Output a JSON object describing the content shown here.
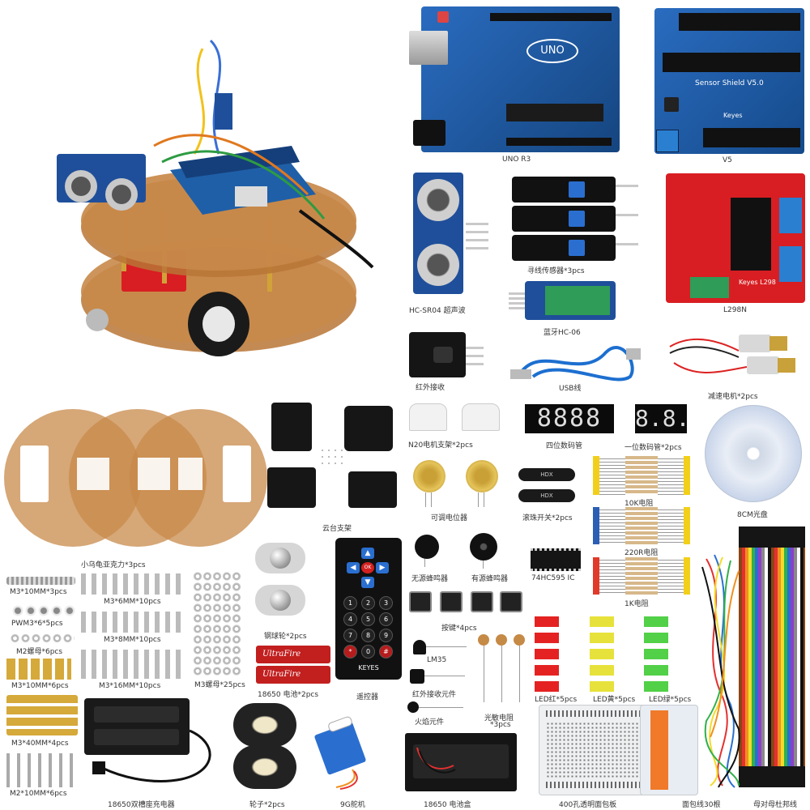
{
  "title_labels": {
    "uno": "UNO R3",
    "v5": "V5",
    "hc_sr04": "HC-SR04 超声波",
    "tracking": "寻线传感器*3pcs",
    "bluetooth": "蓝牙HC-06",
    "l298n": "L298N",
    "ir_receiver": "红外接收",
    "usb": "USB线",
    "gear_motor": "减速电机*2pcs",
    "n20_bracket": "N20电机支架*2pcs",
    "seg4": "四位数码管",
    "seg1": "一位数码管*2pcs",
    "cd": "8CM光盘",
    "acrylic": "小乌龟亚克力*3pcs",
    "pan_tilt": "云台支架",
    "pot": "可调电位器",
    "tilt_switch": "滚珠开关*2pcs",
    "r10k": "10K电阻",
    "r220": "220R电阻",
    "r1k": "1K电阻",
    "m3x10": "M3*10MM*3pcs",
    "pwm3x6": "PWM3*6*5pcs",
    "m2nut": "M2螺母*6pcs",
    "m3x10x6": "M3*10MM*6pcs",
    "m3x40": "M3*40MM*4pcs",
    "m2x10": "M2*10MM*6pcs",
    "m3x6": "M3*6MM*10pcs",
    "m3x8": "M3*8MM*10pcs",
    "m3x16": "M3*16MM*10pcs",
    "m3nut": "M3螺母*25pcs",
    "caster": "钢球轮*2pcs",
    "remote": "遥控器",
    "remote_brand": "KEYES",
    "passive_buzzer": "无源蜂鸣器",
    "active_buzzer": "有源蜂鸣器",
    "ic74": "74HC595 IC",
    "buttons": "按键*4pcs",
    "lm35": "LM35",
    "ir_element": "红外接收元件",
    "flame": "火焰元件",
    "photoresistor": "光敏电阻",
    "photoresistor_qty": "*3pcs",
    "battery": "18650 电池*2pcs",
    "battery_brand": "UltraFire",
    "led_red": "LED红*5pcs",
    "led_yellow": "LED黄*5pcs",
    "led_green": "LED绿*5pcs",
    "charger": "18650双槽座充电器",
    "wheel": "轮子*2pcs",
    "servo": "9G舵机",
    "battery_box": "18650 电池盒",
    "breadboard": "400孔透明面包板",
    "breadboard_wire": "面包线30根",
    "dupont": "母对母杜邦线"
  },
  "board_text": {
    "uno_logo": "UNO",
    "v5_text": "Sensor Shield V5.0",
    "v5_brand": "Keyes",
    "l298n_text": "Keyes L298",
    "tilt_mark": "HDX",
    "seg4_digits": "8888",
    "seg1_digits": "8.8.",
    "remote_ok": "OK"
  },
  "remote_keys": [
    "1",
    "2",
    "3",
    "4",
    "5",
    "6",
    "7",
    "8",
    "9",
    "*",
    "0",
    "#"
  ],
  "colors": {
    "acrylic": "#c8894a",
    "uno_blue": "#1f5fa8",
    "l298n_red": "#d81e22",
    "remote_arrow": "#2a6fd0",
    "remote_ok": "#d42020"
  }
}
